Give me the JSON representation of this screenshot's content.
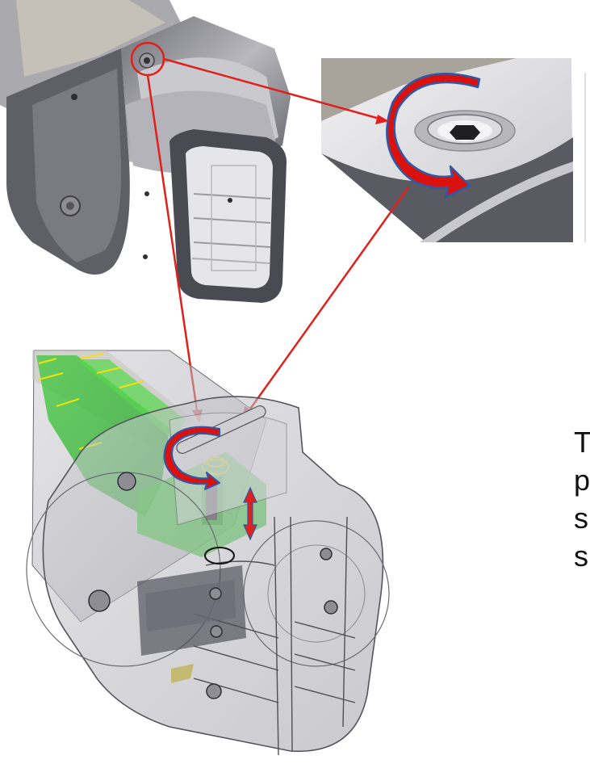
{
  "caption_lines": [
    "T",
    "p",
    "s",
    "s"
  ],
  "colors": {
    "arrow": "#e0201c",
    "grip_arrow_fill": "#d9120f",
    "grip_arrow_outline": "#2b5aa8",
    "part_gray": "#8f8f96",
    "part_light": "#d8d8dc",
    "ghost_green": "#47d13b",
    "background": "#ffffff"
  },
  "icons": [
    "rotate-arrow-icon",
    "up-down-arrow-icon"
  ]
}
